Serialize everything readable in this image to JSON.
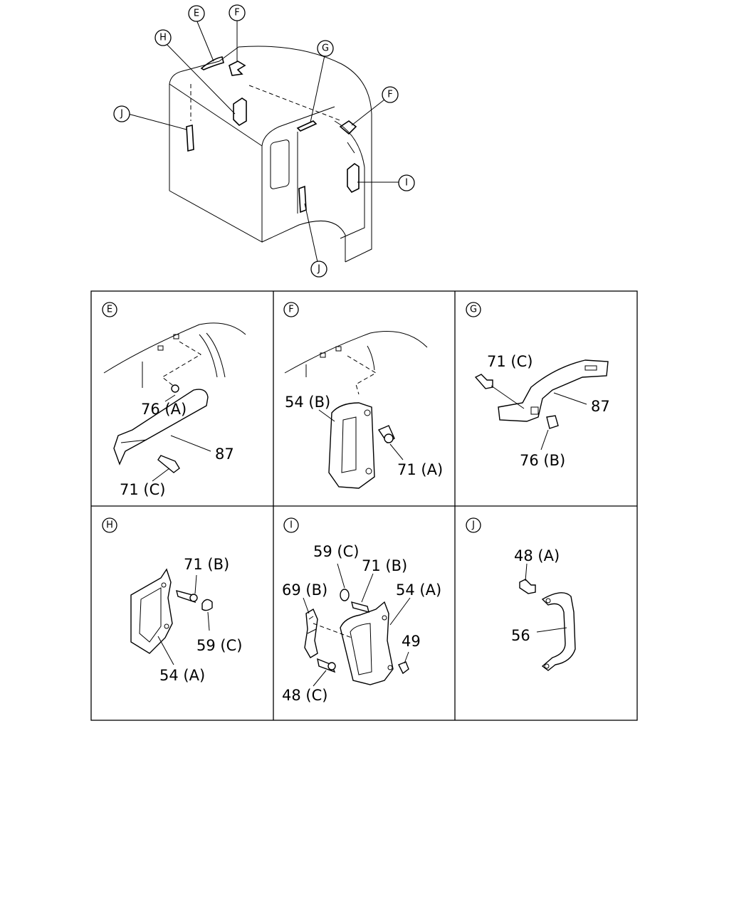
{
  "overview": {
    "callouts": [
      "E",
      "F",
      "H",
      "J",
      "G",
      "F",
      "I",
      "J"
    ]
  },
  "panels": [
    {
      "letter": "E",
      "labels": [
        "76 (A)",
        "87",
        "71 (C)"
      ]
    },
    {
      "letter": "F",
      "labels": [
        "54 (B)",
        "71 (A)"
      ]
    },
    {
      "letter": "G",
      "labels": [
        "71 (C)",
        "87",
        "76 (B)"
      ]
    },
    {
      "letter": "H",
      "labels": [
        "71 (B)",
        "59 (C)",
        "54 (A)"
      ]
    },
    {
      "letter": "I",
      "labels": [
        "59 (C)",
        "71 (B)",
        "69 (B)",
        "54 (A)",
        "49",
        "48 (C)"
      ]
    },
    {
      "letter": "J",
      "labels": [
        "48 (A)",
        "56"
      ]
    }
  ]
}
